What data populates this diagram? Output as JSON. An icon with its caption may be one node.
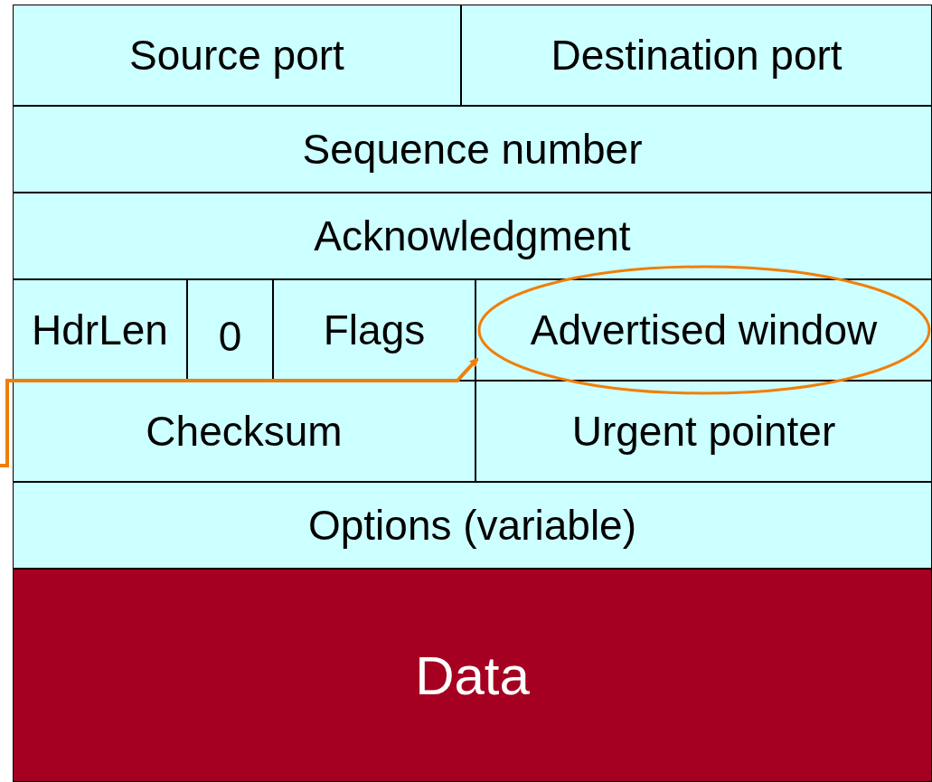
{
  "diagram": {
    "nodes": [
      {
        "text": [
          "Source port"
        ]
      },
      {
        "text": [
          "Destination port"
        ]
      },
      {
        "text": [
          "Sequence number"
        ]
      },
      {
        "text": [
          "Acknowledgment"
        ]
      },
      {
        "text": [
          "HdrLen"
        ]
      },
      {
        "text": [
          "0"
        ]
      },
      {
        "text": [
          "Flags"
        ]
      },
      {
        "text": [
          "Advertised window"
        ]
      },
      {
        "text": [
          "Checksum"
        ]
      },
      {
        "text": [
          "Urgent pointer"
        ]
      },
      {
        "text": [
          "Options (variable)"
        ]
      },
      {
        "text": [
          "Data"
        ]
      }
    ],
    "edges": [
      {
        "from": null,
        "to": 7,
        "arrow": "to"
      }
    ]
  }
}
